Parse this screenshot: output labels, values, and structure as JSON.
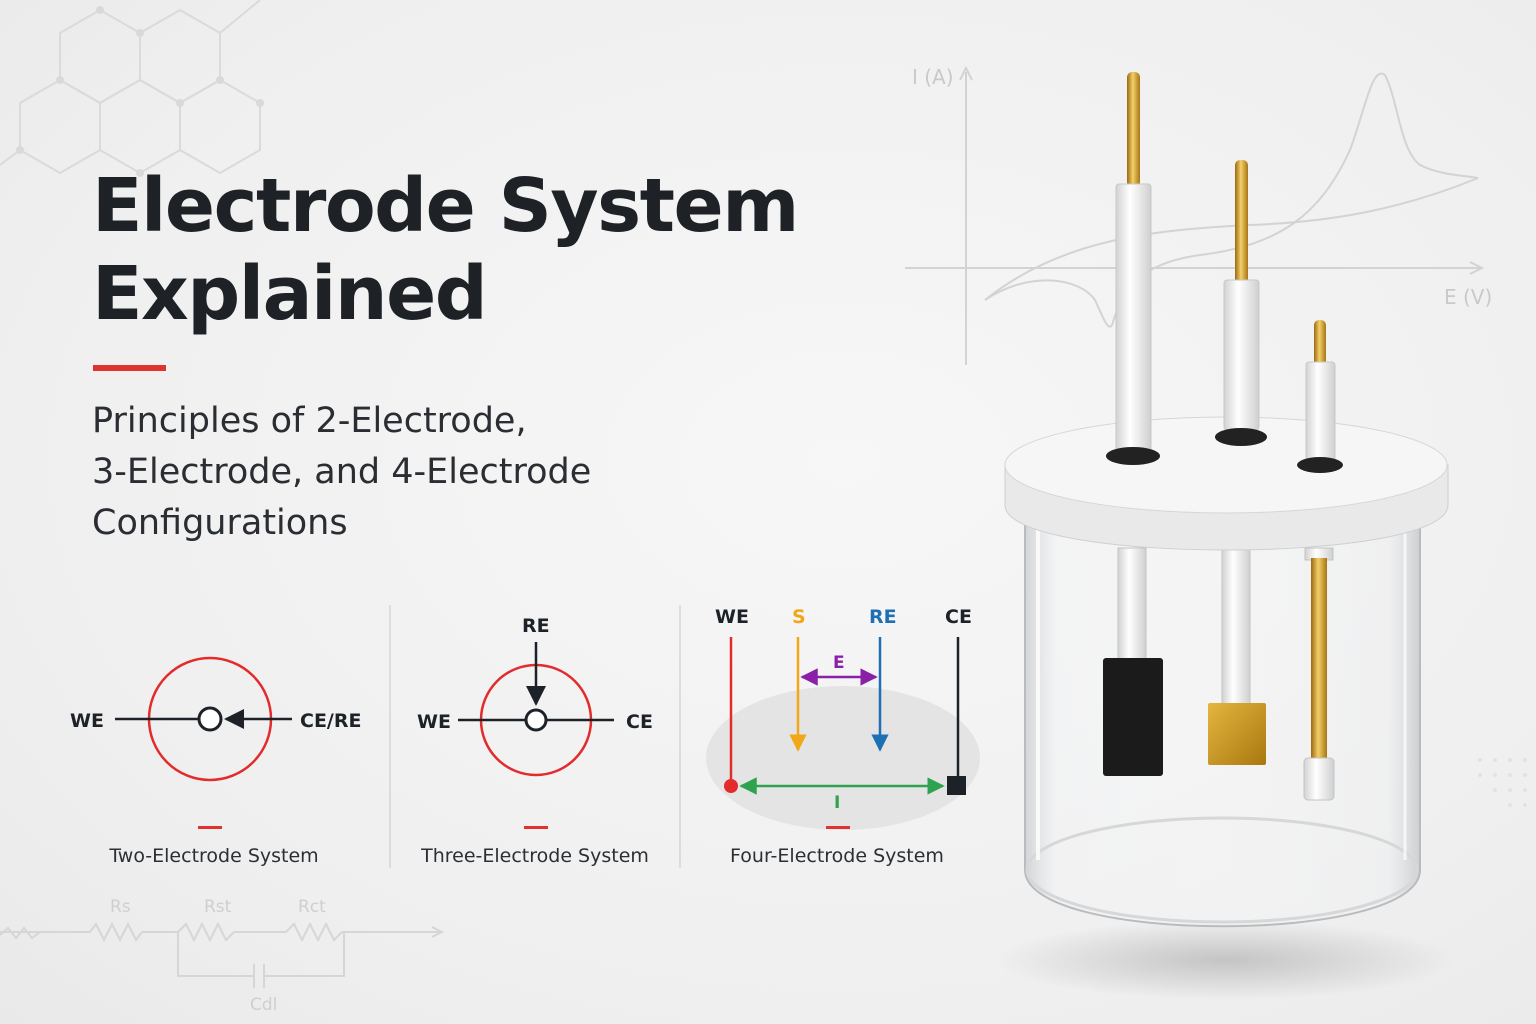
{
  "title": {
    "line1": "Electrode System",
    "line2": "Explained"
  },
  "subtitle": {
    "line1": "Principles of 2-Electrode,",
    "line2": "3-Electrode, and 4-Electrode",
    "line3": "Configurations"
  },
  "background_plot": {
    "y_label": "I (A)",
    "x_label": "E (V)"
  },
  "circuit": {
    "r1": "Rs",
    "r2": "Rst",
    "r3": "Rct",
    "c1": "Cdl"
  },
  "diagrams": {
    "two": {
      "caption": "Two-Electrode System",
      "left_label": "WE",
      "right_label": "CE/RE"
    },
    "three": {
      "caption": "Three-Electrode System",
      "left_label": "WE",
      "right_label": "CE",
      "top_label": "RE"
    },
    "four": {
      "caption": "Four-Electrode System",
      "we": "WE",
      "s": "S",
      "re": "RE",
      "ce": "CE",
      "e_label": "E",
      "i_label": "I"
    }
  },
  "colors": {
    "accent": "#e0322f",
    "red": "#e32b2b",
    "orange": "#f0a818",
    "blue": "#1f6fb5",
    "purple": "#8a1fa8",
    "green": "#2fa24f",
    "dark": "#1d2228"
  }
}
